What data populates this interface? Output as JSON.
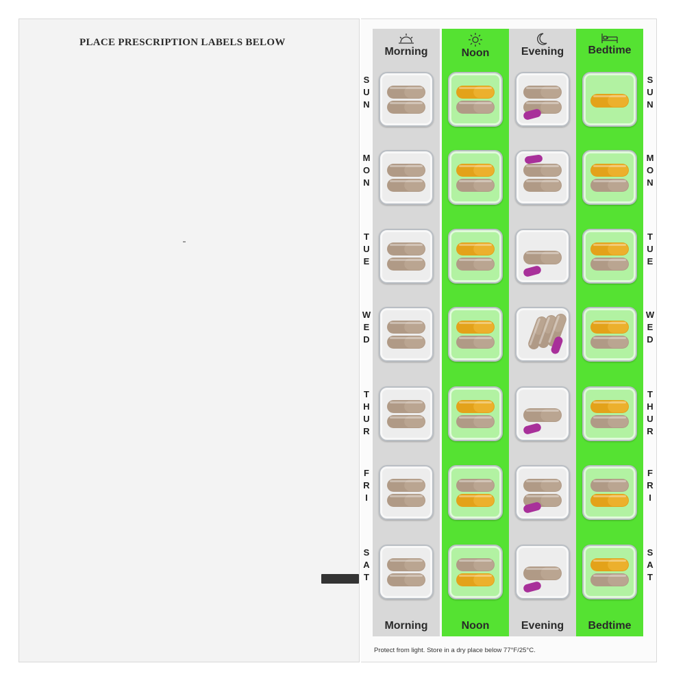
{
  "left": {
    "title": "PLACE PRESCRIPTION LABELS BELOW"
  },
  "columns": [
    {
      "label": "Morning",
      "footer": "Morning",
      "icon": "sunrise-icon"
    },
    {
      "label": "Noon",
      "footer": "Noon",
      "icon": "sun-icon"
    },
    {
      "label": "Evening",
      "footer": "Evening",
      "icon": "moon-icon"
    },
    {
      "label": "Bedtime",
      "footer": "Bedtime",
      "icon": "bed-icon"
    }
  ],
  "days": [
    "SUN",
    "MON",
    "TUE",
    "WED",
    "THUR",
    "FRI",
    "SAT"
  ],
  "note": "Protect from light. Store in a dry place below 77°F/25°C.",
  "colors": {
    "green": "#55e232",
    "gray": "#d8d8d8",
    "tan": "#b09a86",
    "orange": "#e3a21a",
    "purple": "#a8309a"
  },
  "pills": [
    [
      "tt",
      "ot",
      "ttp",
      "o"
    ],
    [
      "tt",
      "ot",
      "ptt",
      "ot"
    ],
    [
      "tt",
      "ot",
      "pt",
      "ot"
    ],
    [
      "tt",
      "ot",
      "tttp",
      "ot"
    ],
    [
      "tt",
      "ot",
      "pt",
      "ot"
    ],
    [
      "tt",
      "to",
      "ttp",
      "to"
    ],
    [
      "tt",
      "to",
      "tp",
      "ot"
    ]
  ]
}
